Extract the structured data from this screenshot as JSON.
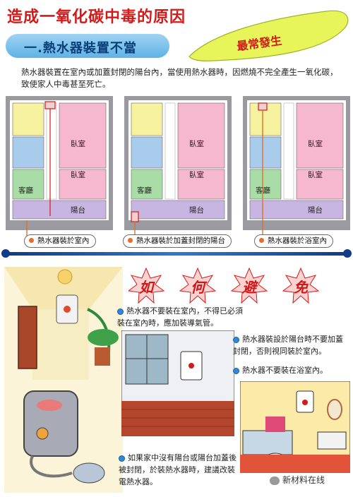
{
  "header": {
    "title": "造成一氧化碳中毒的原因",
    "subtitle": "一.熱水器裝置不當",
    "badge": "最常發生"
  },
  "description": "熱水器裝置在室內或加蓋封閉的陽台內，當使用熱水器時，因燃燒不完全產生一氧化碳，致使家人中毒甚至死亡。",
  "plans": [
    {
      "caption": "熱水器裝於室內",
      "room_labels": [
        "臥室",
        "臥室",
        "客廳",
        "陽台"
      ]
    },
    {
      "caption": "熱水器裝於加蓋封閉的陽台",
      "room_labels": [
        "臥室",
        "臥室",
        "客廳",
        "陽台"
      ]
    },
    {
      "caption": "熱水器裝於浴室內",
      "room_labels": [
        "臥室",
        "臥室",
        "客廳",
        "陽台"
      ]
    }
  ],
  "prevention": {
    "heading_chars": [
      "如",
      "何",
      "避",
      "免"
    ],
    "bullets": [
      "熱水器不要裝在室內，不得已必須裝在室內時，應加裝導氣管。",
      "熱水器裝設於陽台時不要加蓋封閉，否則視同裝於室內。",
      "熱水器不要裝在浴室內。",
      "如果家中沒有陽台或陽台加蓋後被封閉，於裝熱水器時，建議改裝電熱水器。"
    ]
  },
  "watermark": "新材料在线",
  "colors": {
    "title_red": "#d21a1a",
    "room_pink": "#f5b8cf",
    "room_green": "#a9dca7",
    "room_blue": "#a9ccec",
    "room_purple": "#c8b6e2",
    "room_yellow": "#f7f2a0",
    "frame_gray": "#9a9aa0"
  }
}
